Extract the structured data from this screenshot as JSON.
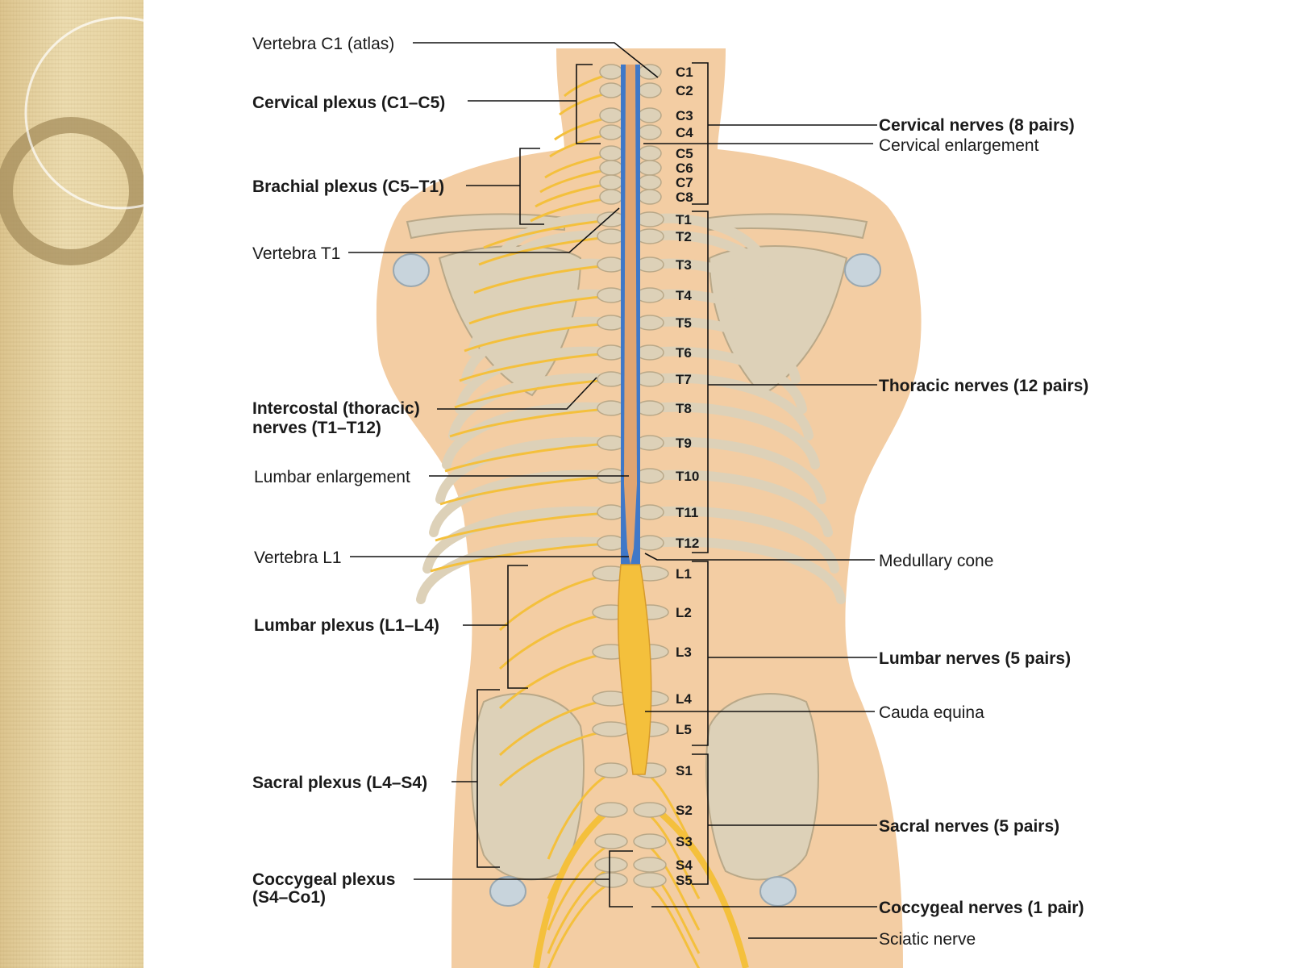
{
  "left_labels": [
    {
      "id": "vertebra-c1",
      "text": "Vertebra C1 (atlas)",
      "bold": false
    },
    {
      "id": "cervical-plexus",
      "text": "Cervical plexus (C1–C5)",
      "bold": true
    },
    {
      "id": "brachial-plexus",
      "text": "Brachial plexus (C5–T1)",
      "bold": true
    },
    {
      "id": "vertebra-t1",
      "text": "Vertebra T1",
      "bold": false
    },
    {
      "id": "intercostal-1",
      "text": "Intercostal (thoracic)",
      "bold": true
    },
    {
      "id": "intercostal-2",
      "text": "nerves (T1–T12)",
      "bold": true
    },
    {
      "id": "lumbar-enlargement",
      "text": "Lumbar enlargement",
      "bold": false
    },
    {
      "id": "vertebra-l1",
      "text": "Vertebra L1",
      "bold": false
    },
    {
      "id": "lumbar-plexus",
      "text": "Lumbar plexus (L1–L4)",
      "bold": true
    },
    {
      "id": "sacral-plexus",
      "text": "Sacral plexus (L4–S4)",
      "bold": true
    },
    {
      "id": "coccygeal-plexus-1",
      "text": "Coccygeal plexus",
      "bold": true
    },
    {
      "id": "coccygeal-plexus-2",
      "text": "(S4–Co1)",
      "bold": true
    }
  ],
  "right_labels": [
    {
      "id": "cervical-nerves",
      "text": "Cervical nerves (8 pairs)",
      "bold": true
    },
    {
      "id": "cervical-enlargement",
      "text": "Cervical enlargement",
      "bold": false
    },
    {
      "id": "thoracic-nerves",
      "text": "Thoracic nerves (12 pairs)",
      "bold": true
    },
    {
      "id": "medullary-cone",
      "text": "Medullary cone",
      "bold": false
    },
    {
      "id": "lumbar-nerves",
      "text": "Lumbar nerves (5 pairs)",
      "bold": true
    },
    {
      "id": "cauda-equina",
      "text": "Cauda equina",
      "bold": false
    },
    {
      "id": "sacral-nerves",
      "text": "Sacral nerves (5 pairs)",
      "bold": true
    },
    {
      "id": "coccygeal-nerves",
      "text": "Coccygeal nerves (1 pair)",
      "bold": true
    },
    {
      "id": "sciatic-nerve",
      "text": "Sciatic nerve",
      "bold": false
    }
  ],
  "vertebra_labels": [
    "C1",
    "C2",
    "C3",
    "C4",
    "C5",
    "C6",
    "C7",
    "C8",
    "T1",
    "T2",
    "T3",
    "T4",
    "T5",
    "T6",
    "T7",
    "T8",
    "T9",
    "T10",
    "T11",
    "T12",
    "L1",
    "L2",
    "L3",
    "L4",
    "L5",
    "S1",
    "S2",
    "S3",
    "S4",
    "S5"
  ],
  "colors": {
    "skin": "#f3cda3",
    "bone": "#ddd1b8",
    "nerve": "#f4c03c",
    "cord": "#e0a572",
    "canal": "#3f78c8",
    "sidebar_ring": "#a58e5c"
  }
}
